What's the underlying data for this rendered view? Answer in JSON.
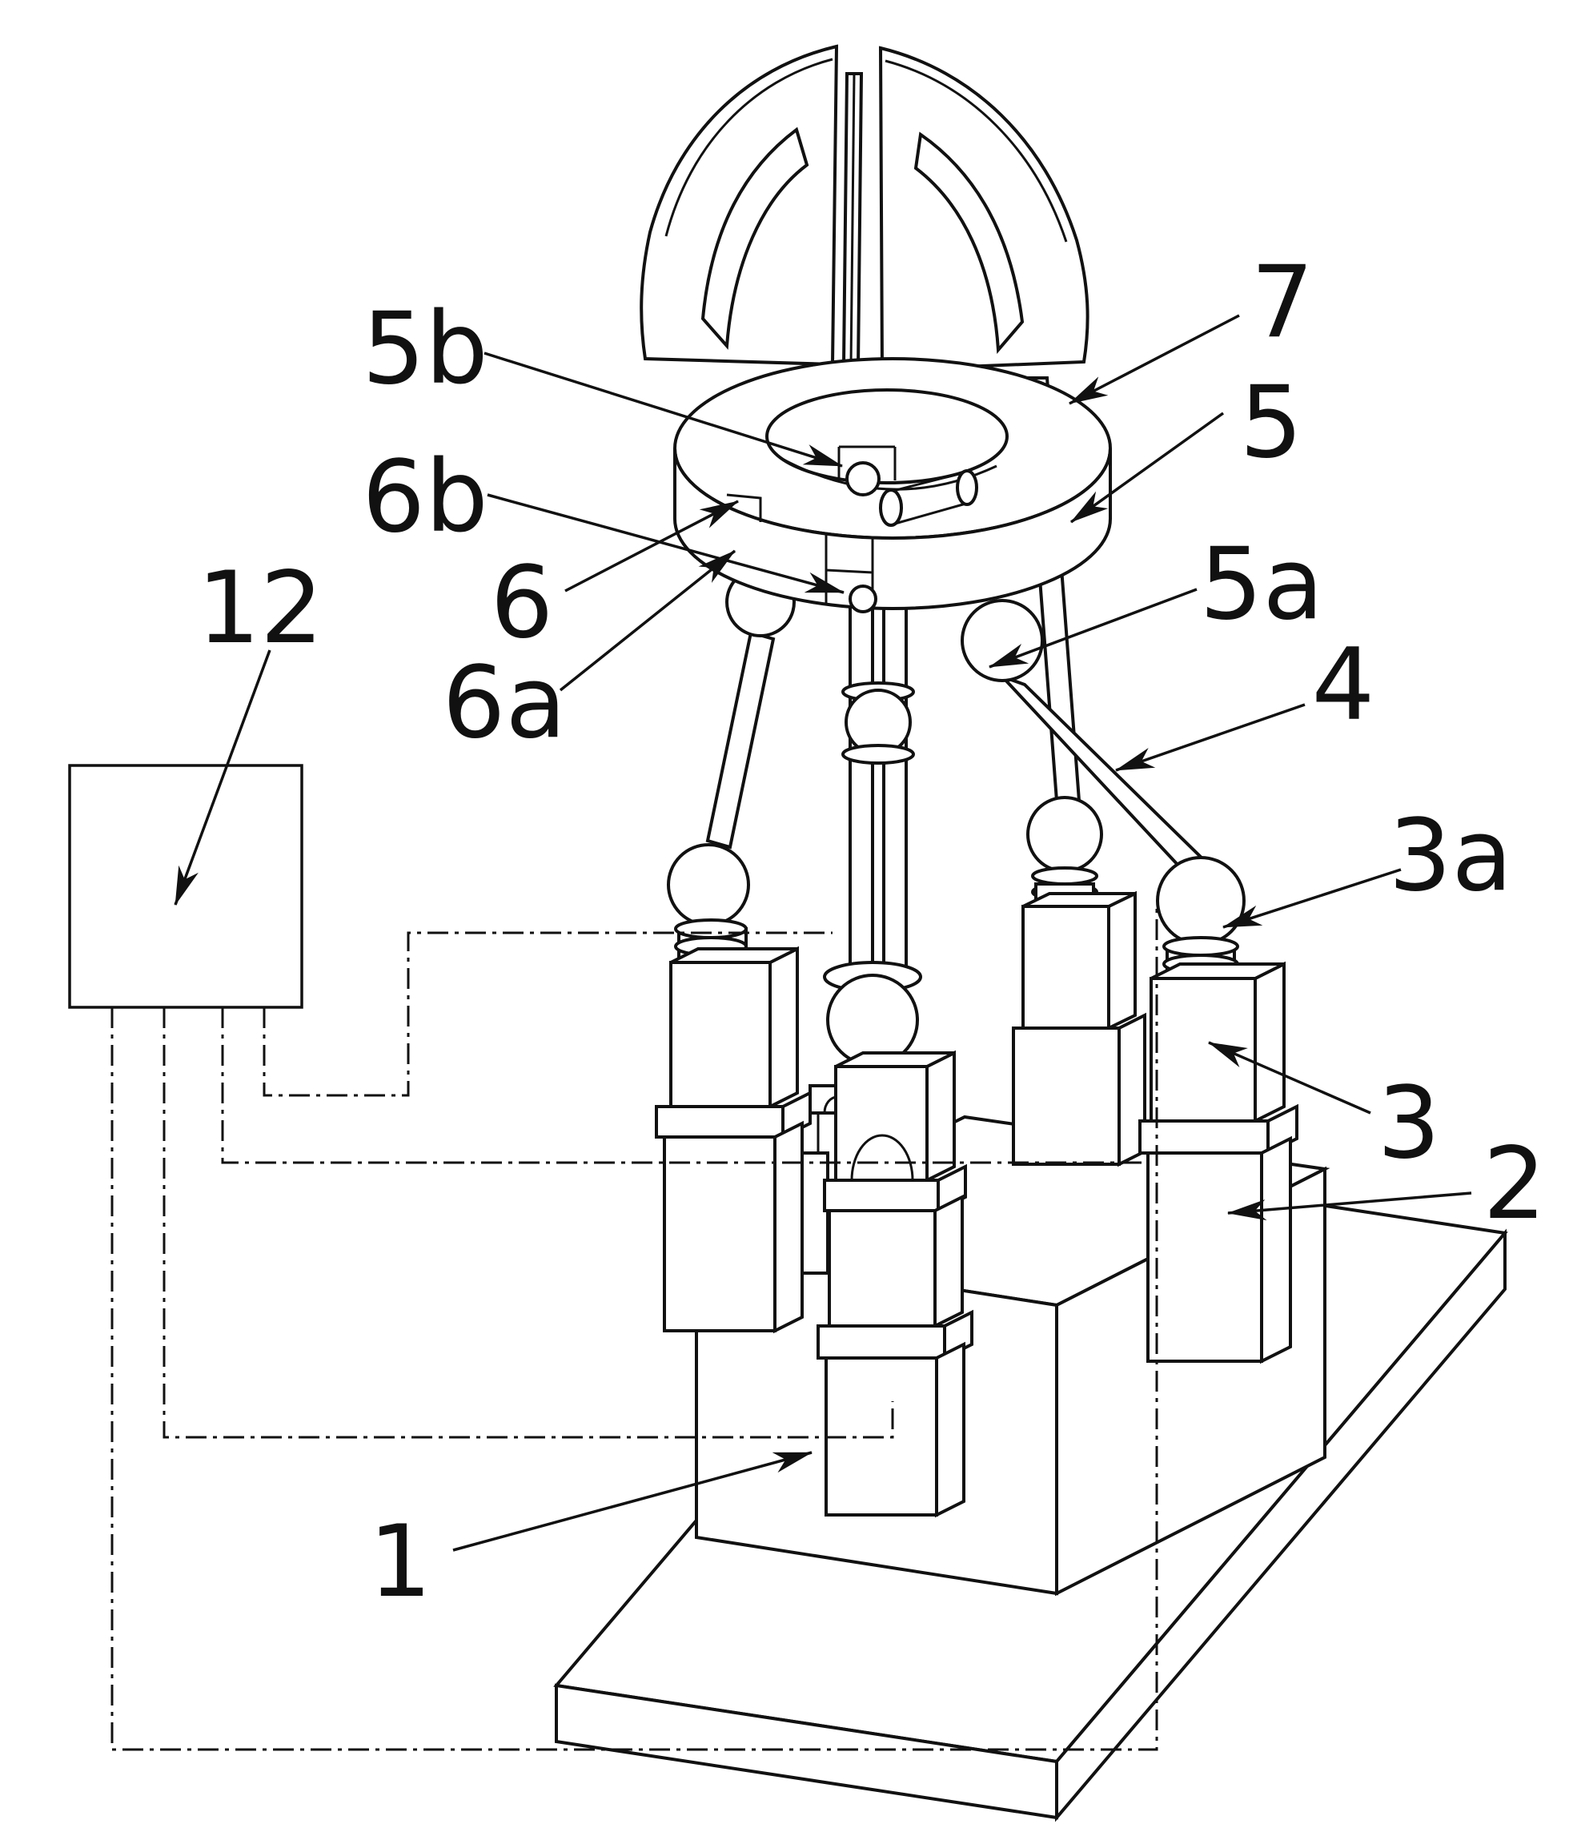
{
  "figure": {
    "type": "patent-line-drawing",
    "description": "Isometric patent-style figure of a parallel manipulator: split-dome guide petals on a ring platform, ball-jointed legs, linear actuator stacks on a pedestal and base plate, with a controller box wired by dash-dot signal lines",
    "background_color": "#ffffff",
    "ink_color": "#111111"
  },
  "callouts": [
    {
      "id": "5b",
      "text": "5b"
    },
    {
      "id": "6b",
      "text": "6b"
    },
    {
      "id": "6",
      "text": "6"
    },
    {
      "id": "6a",
      "text": "6a"
    },
    {
      "id": "12",
      "text": "12"
    },
    {
      "id": "7",
      "text": "7"
    },
    {
      "id": "5",
      "text": "5"
    },
    {
      "id": "5a",
      "text": "5a"
    },
    {
      "id": "4",
      "text": "4"
    },
    {
      "id": "3a",
      "text": "3a"
    },
    {
      "id": "3",
      "text": "3"
    },
    {
      "id": "2",
      "text": "2"
    },
    {
      "id": "1",
      "text": "1"
    }
  ]
}
